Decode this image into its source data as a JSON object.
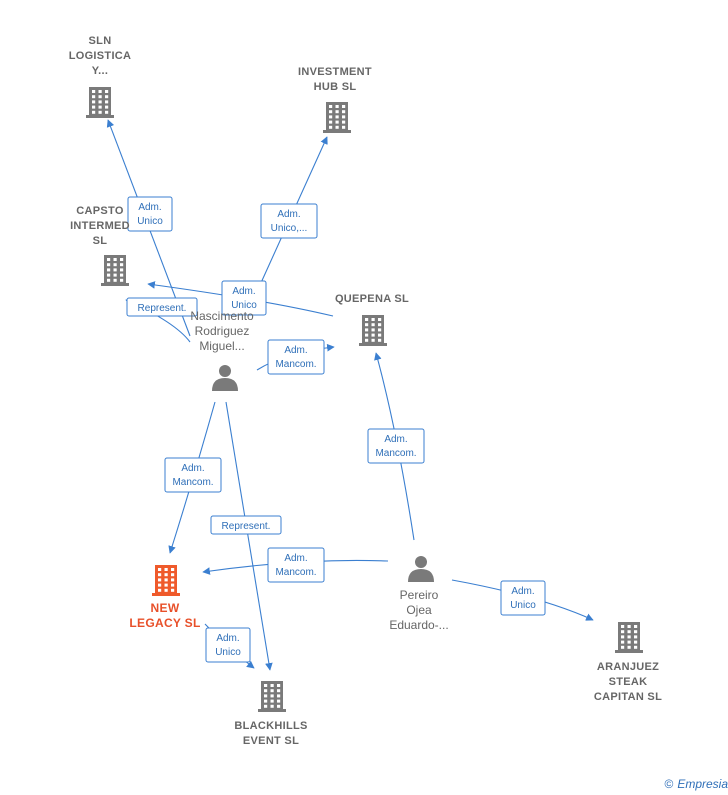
{
  "colors": {
    "building": "#7a7a7a",
    "main": "#ef5a2b",
    "person": "#7a7a7a",
    "edge": "#3b7fd0"
  },
  "nodes": [
    {
      "id": "sln",
      "type": "company",
      "lines": [
        "SLN",
        "LOGISTICA",
        "Y..."
      ]
    },
    {
      "id": "investment",
      "type": "company",
      "lines": [
        "INVESTMENT",
        "HUB  SL"
      ]
    },
    {
      "id": "capsto",
      "type": "company",
      "lines": [
        "CAPSTO",
        "INTERMED",
        "SL"
      ]
    },
    {
      "id": "quepena",
      "type": "company",
      "lines": [
        "QUEPENA  SL"
      ]
    },
    {
      "id": "nascimento",
      "type": "person",
      "lines": [
        "Nascimento",
        "Rodriguez",
        "Miguel..."
      ]
    },
    {
      "id": "newlegacy",
      "type": "company-main",
      "lines": [
        "NEW",
        "LEGACY  SL"
      ]
    },
    {
      "id": "pereiro",
      "type": "person",
      "lines": [
        "Pereiro",
        "Ojea",
        "Eduardo-..."
      ]
    },
    {
      "id": "aranjuez",
      "type": "company",
      "lines": [
        "ARANJUEZ",
        "STEAK",
        "CAPITAN  SL"
      ]
    },
    {
      "id": "blackhills",
      "type": "company",
      "lines": [
        "BLACKHILLS",
        "EVENT  SL"
      ]
    }
  ],
  "edges": [
    {
      "from": "nascimento",
      "to": "sln",
      "label": [
        "Adm.",
        "Unico"
      ]
    },
    {
      "from": "nascimento",
      "to": "investment",
      "label": [
        "Adm.",
        "Unico,..."
      ]
    },
    {
      "from": "nascimento",
      "to": "capsto",
      "label": [
        "Represent."
      ]
    },
    {
      "from": "quepena",
      "to": "capsto",
      "label": [
        "Adm.",
        "Unico"
      ]
    },
    {
      "from": "nascimento",
      "to": "quepena",
      "label": [
        "Adm.",
        "Mancom."
      ]
    },
    {
      "from": "nascimento",
      "to": "newlegacy",
      "label": [
        "Adm.",
        "Mancom."
      ]
    },
    {
      "from": "nascimento",
      "to": "blackhills",
      "label": [
        "Represent."
      ]
    },
    {
      "from": "pereiro",
      "to": "quepena",
      "label": [
        "Adm.",
        "Mancom."
      ]
    },
    {
      "from": "pereiro",
      "to": "newlegacy",
      "label": [
        "Adm.",
        "Mancom."
      ]
    },
    {
      "from": "pereiro",
      "to": "aranjuez",
      "label": [
        "Adm.",
        "Unico"
      ]
    },
    {
      "from": "newlegacy",
      "to": "blackhills",
      "label": [
        "Adm.",
        "Unico"
      ]
    }
  ],
  "footer": {
    "copyright": "©",
    "brand": "Empresia"
  }
}
